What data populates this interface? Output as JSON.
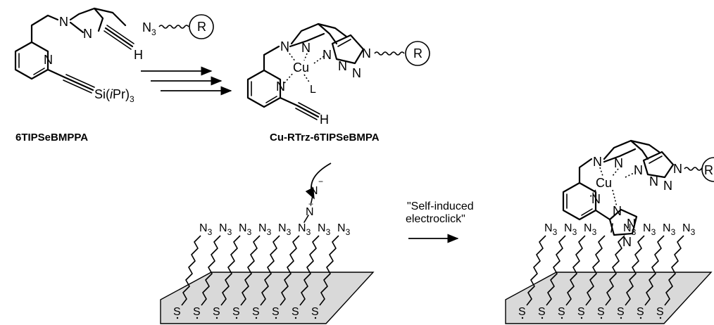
{
  "labels": {
    "reactant": "6TIPSeBMPPA",
    "complex": "Cu-RTrz-6TIPSeBMPA"
  },
  "atoms": {
    "N": "N",
    "H": "H",
    "Si": "Si(",
    "iPr": "i",
    "Pr": "Pr)",
    "three": "3",
    "Cu": "Cu",
    "L": "L",
    "R": "R",
    "S": "S",
    "N3_N": "N",
    "N3_sub": "3",
    "plus": "+",
    "minus": "−"
  },
  "step_text": {
    "line1": "\"Self-induced",
    "line2": "electroclick\""
  }
}
